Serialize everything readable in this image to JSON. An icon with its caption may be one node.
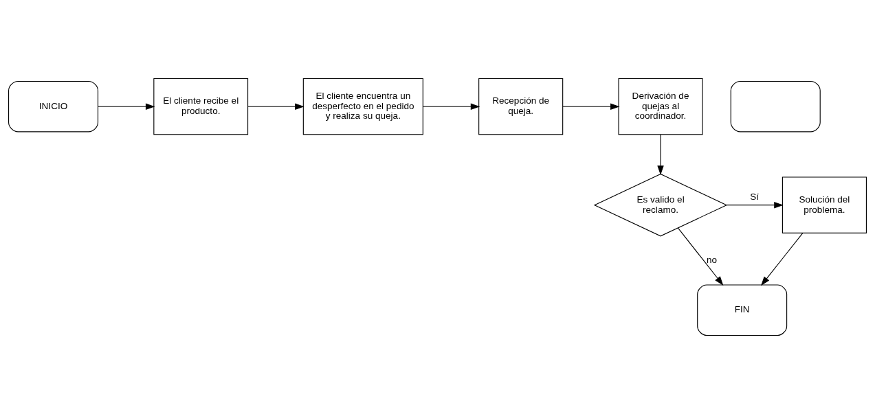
{
  "diagram": {
    "nodes": [
      {
        "text": [
          "INICIO"
        ]
      },
      {
        "text": [
          "El cliente recibe el producto."
        ]
      },
      {
        "text": [
          "El cliente encuentra un desperfecto en el pedido y realiza su queja."
        ]
      },
      {
        "text": [
          "Recepción de queja."
        ]
      },
      {
        "text": [
          "Derivación de quejas al coordinador."
        ]
      },
      {
        "text": [
          "Es valido el reclamo."
        ]
      },
      {
        "text": [
          "Solución del problema."
        ]
      },
      {
        "text": [
          "FIN"
        ]
      },
      {
        "text": [],
        "shape": "oval"
      }
    ],
    "edges": [
      {
        "from": 0,
        "to": 1,
        "arrow": "to"
      },
      {
        "from": 1,
        "to": 2,
        "arrow": "to"
      },
      {
        "from": 2,
        "to": 3,
        "arrow": "to"
      },
      {
        "from": 3,
        "to": 4,
        "arrow": "to"
      },
      {
        "from": 4,
        "to": 5,
        "arrow": "to"
      },
      {
        "from": 5,
        "to": 6,
        "arrow": "to",
        "label": "Sí"
      },
      {
        "from": 5,
        "to": 7,
        "arrow": "to",
        "label": "no"
      },
      {
        "from": 6,
        "to": 7,
        "arrow": "to"
      }
    ]
  }
}
